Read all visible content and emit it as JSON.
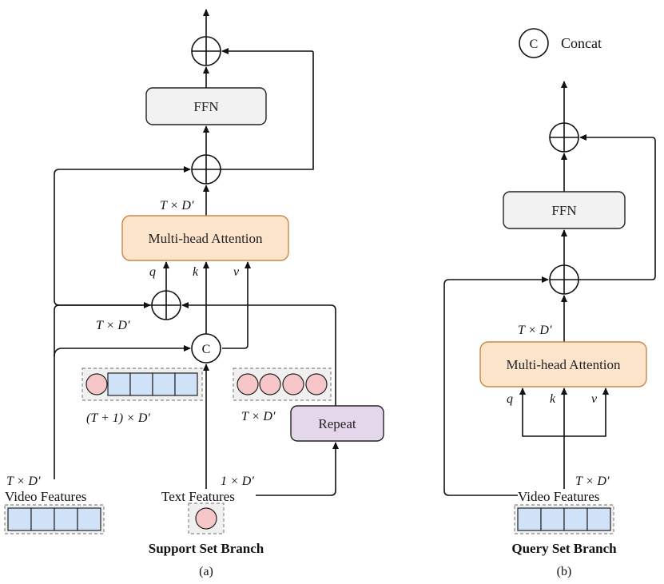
{
  "legend": {
    "concat_symbol": "C",
    "concat_label": "Concat"
  },
  "support": {
    "ffn_label": "FFN",
    "attention_label": "Multi-head Attention",
    "dim_attn_out": "T × D′",
    "q_label": "q",
    "k_label": "k",
    "v_label": "v",
    "dim_after_add": "T × D′",
    "concat_symbol": "C",
    "dim_concat": "(T + 1) × D′",
    "dim_repeat": "T × D′",
    "repeat_label": "Repeat",
    "dim_video": "T × D′",
    "video_label": "Video Features",
    "dim_text": "1 × D′",
    "text_label": "Text Features",
    "caption": "Support Set Branch",
    "sub_caption": "(a)"
  },
  "query": {
    "ffn_label": "FFN",
    "attention_label": "Multi-head Attention",
    "dim_attn_out": "T × D′",
    "q_label": "q",
    "k_label": "k",
    "v_label": "v",
    "dim_video": "T × D′",
    "video_label": "Video Features",
    "caption": "Query Set Branch",
    "sub_caption": "(b)"
  },
  "colors": {
    "ffn_fill": "#f2f2f2",
    "attention_fill": "#fde5cc",
    "attention_stroke": "#c8864a",
    "repeat_fill": "#e4d7ec",
    "feature_cell_fill": "#cfe2f8",
    "token_circle_fill": "#f7c6c9"
  }
}
